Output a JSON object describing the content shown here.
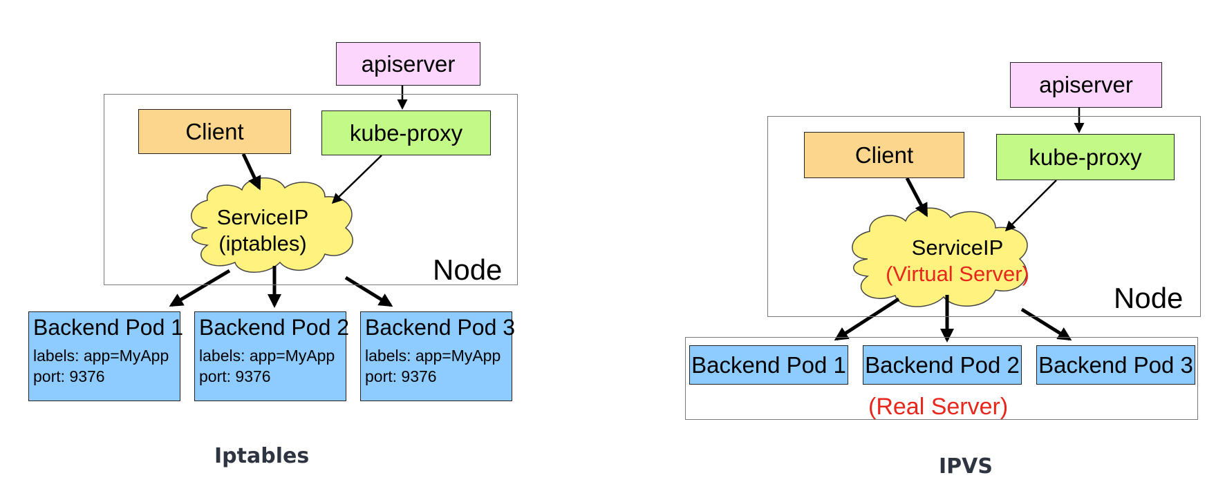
{
  "left": {
    "apiserver": "apiserver",
    "client": "Client",
    "kube_proxy": "kube-proxy",
    "service_ip": "ServiceIP",
    "service_mode": "(iptables)",
    "node": "Node",
    "pods": [
      {
        "title": "Backend Pod 1",
        "labels": "labels: app=MyApp",
        "port": "port: 9376"
      },
      {
        "title": "Backend Pod 2",
        "labels": "labels: app=MyApp",
        "port": "port: 9376"
      },
      {
        "title": "Backend Pod 3",
        "labels": "labels: app=MyApp",
        "port": "port: 9376"
      }
    ],
    "caption": "Iptables"
  },
  "right": {
    "apiserver": "apiserver",
    "client": "Client",
    "kube_proxy": "kube-proxy",
    "service_ip": "ServiceIP",
    "service_mode": "(Virtual Server)",
    "node": "Node",
    "pods": [
      {
        "title": "Backend Pod 1"
      },
      {
        "title": "Backend Pod 2"
      },
      {
        "title": "Backend Pod 3"
      }
    ],
    "real_server": "(Real Server)",
    "caption": "IPVS"
  },
  "colors": {
    "apiserver": "#fdd6fd",
    "client": "#fcd68c",
    "kube_proxy": "#c3f986",
    "cloud": "#fff27e",
    "pod": "#8ecbff",
    "highlight_text": "#e8261c"
  }
}
